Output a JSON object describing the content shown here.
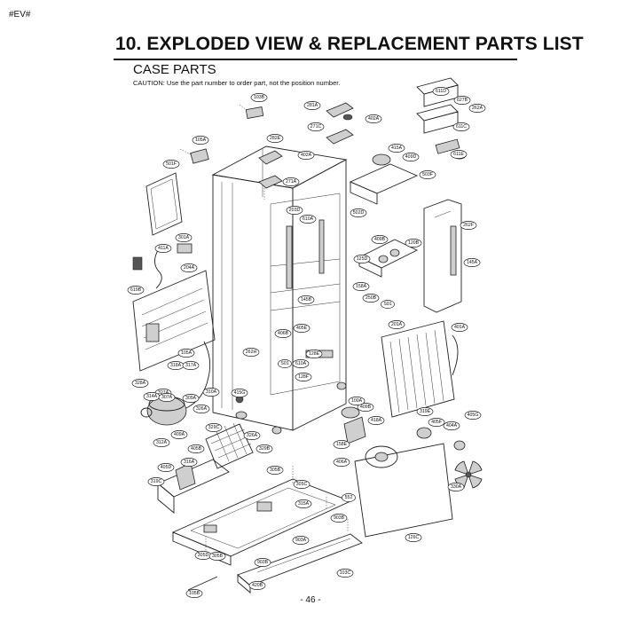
{
  "header": {
    "tag": "#EV#",
    "title": "10. EXPLODED VIEW & REPLACEMENT PARTS LIST",
    "subtitle": "CASE PARTS",
    "caution": "CAUTION: Use the part number to order part, not the position number."
  },
  "footer": {
    "page": "- 46 -"
  },
  "callouts": [
    {
      "label": "103B"
    },
    {
      "label": "281A"
    },
    {
      "label": "402A"
    },
    {
      "label": "611D"
    },
    {
      "label": "627B"
    },
    {
      "label": "262A"
    },
    {
      "label": "611C"
    },
    {
      "label": "271C"
    },
    {
      "label": "282E"
    },
    {
      "label": "402A"
    },
    {
      "label": "415A"
    },
    {
      "label": "409D"
    },
    {
      "label": "611E"
    },
    {
      "label": "105A"
    },
    {
      "label": "501F"
    },
    {
      "label": "271A"
    },
    {
      "label": "503F"
    },
    {
      "label": "502D"
    },
    {
      "label": "203D"
    },
    {
      "label": "610A"
    },
    {
      "label": "262F"
    },
    {
      "label": "301A"
    },
    {
      "label": "409B"
    },
    {
      "label": "120B"
    },
    {
      "label": "411A"
    },
    {
      "label": "125D"
    },
    {
      "label": "145A"
    },
    {
      "label": "204A"
    },
    {
      "label": "619B"
    },
    {
      "label": "158A"
    },
    {
      "label": "145B"
    },
    {
      "label": "250B"
    },
    {
      "label": "S01"
    },
    {
      "label": "405E"
    },
    {
      "label": "201A"
    },
    {
      "label": "406B"
    },
    {
      "label": "401A"
    },
    {
      "label": "105A"
    },
    {
      "label": "262H"
    },
    {
      "label": "128E"
    },
    {
      "label": "318A"
    },
    {
      "label": "317A"
    },
    {
      "label": "S01"
    },
    {
      "label": "610A"
    },
    {
      "label": "128F"
    },
    {
      "label": "328A"
    },
    {
      "label": "327A"
    },
    {
      "label": "310A"
    },
    {
      "label": "415G"
    },
    {
      "label": "314A"
    },
    {
      "label": "307A"
    },
    {
      "label": "309A"
    },
    {
      "label": "326A"
    },
    {
      "label": "409B"
    },
    {
      "label": "100A"
    },
    {
      "label": "319E"
    },
    {
      "label": "405G"
    },
    {
      "label": "418A"
    },
    {
      "label": "404A"
    },
    {
      "label": "405F"
    },
    {
      "label": "409A"
    },
    {
      "label": "329C"
    },
    {
      "label": "312A"
    },
    {
      "label": "405B"
    },
    {
      "label": "158E"
    },
    {
      "label": "406A"
    },
    {
      "label": "326A"
    },
    {
      "label": "329B"
    },
    {
      "label": "405D"
    },
    {
      "label": "316A"
    },
    {
      "label": "319C"
    },
    {
      "label": "305B"
    },
    {
      "label": "305C"
    },
    {
      "label": "552"
    },
    {
      "label": "330A"
    },
    {
      "label": "315A"
    },
    {
      "label": "903B"
    },
    {
      "label": "903A"
    },
    {
      "label": "305D"
    },
    {
      "label": "305B"
    },
    {
      "label": "903B"
    },
    {
      "label": "126C"
    },
    {
      "label": "103C"
    },
    {
      "label": "105B"
    },
    {
      "label": "420B"
    }
  ]
}
